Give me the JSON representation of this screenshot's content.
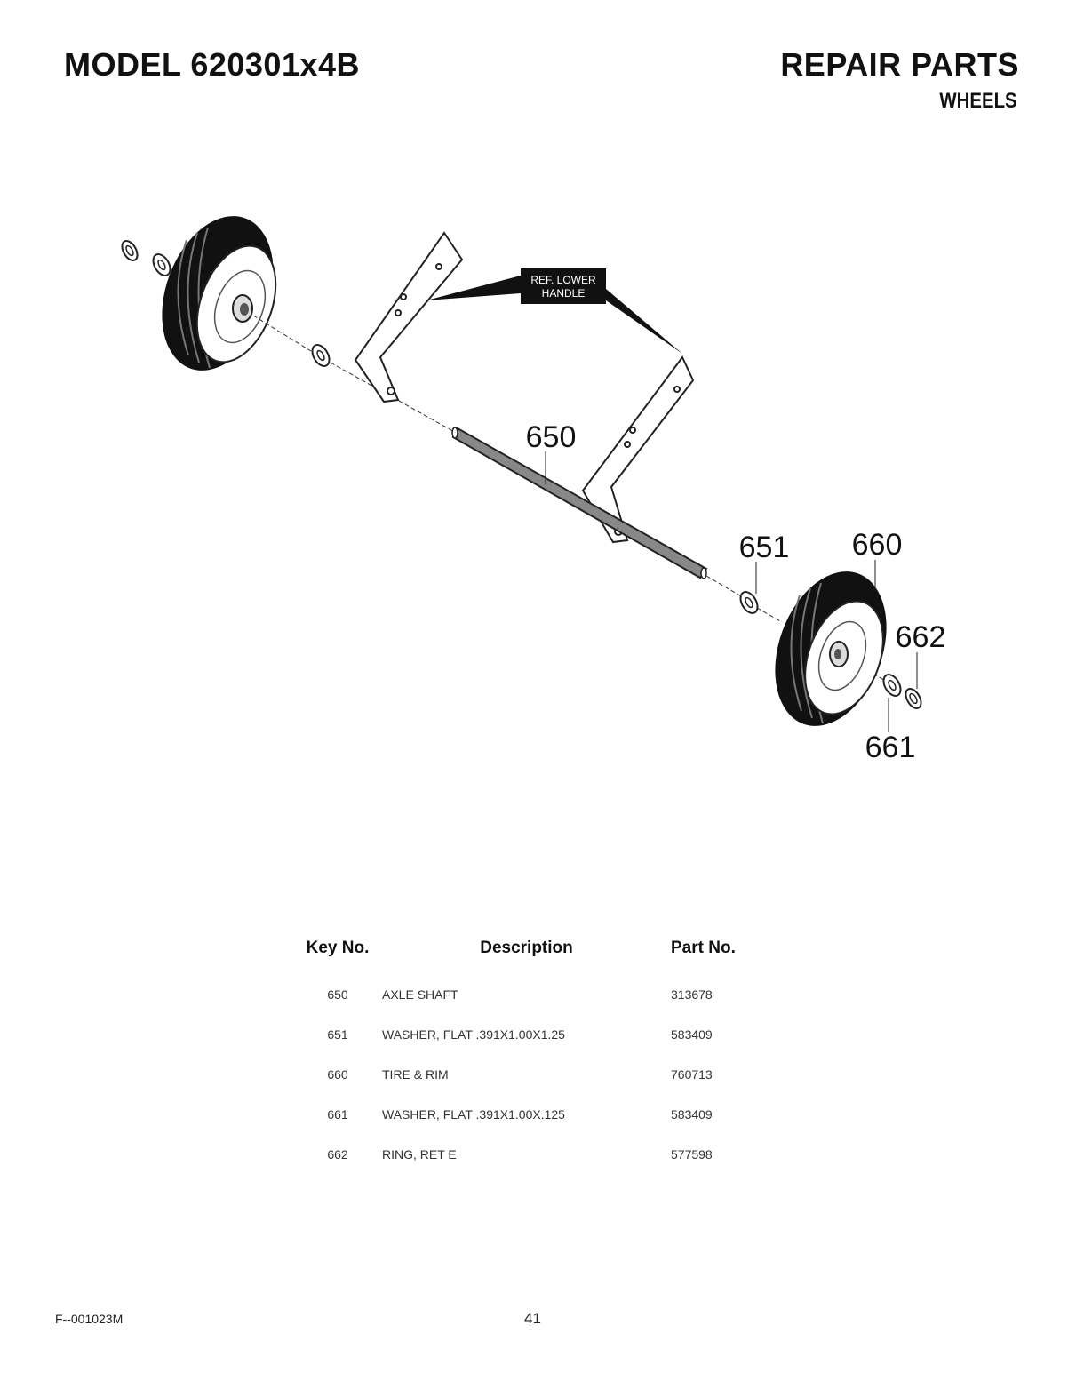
{
  "header": {
    "model": "MODEL 620301x4B",
    "title": "REPAIR PARTS",
    "section": "WHEELS"
  },
  "diagram": {
    "ref_label_line1": "REF. LOWER",
    "ref_label_line2": "HANDLE",
    "callouts": [
      "650",
      "651",
      "660",
      "662",
      "661"
    ]
  },
  "table": {
    "headers": {
      "key": "Key No.",
      "description": "Description",
      "part": "Part No."
    },
    "rows": [
      {
        "key": "650",
        "description": "AXLE SHAFT",
        "part": "313678"
      },
      {
        "key": "651",
        "description": "WASHER, FLAT .391X1.00X1.25",
        "part": "583409"
      },
      {
        "key": "660",
        "description": "TIRE & RIM",
        "part": "760713"
      },
      {
        "key": "661",
        "description": "WASHER, FLAT .391X1.00X.125",
        "part": "583409"
      },
      {
        "key": "662",
        "description": "RING, RET E",
        "part": "577598"
      }
    ]
  },
  "footer": {
    "code": "F--001023M",
    "page": "41"
  }
}
